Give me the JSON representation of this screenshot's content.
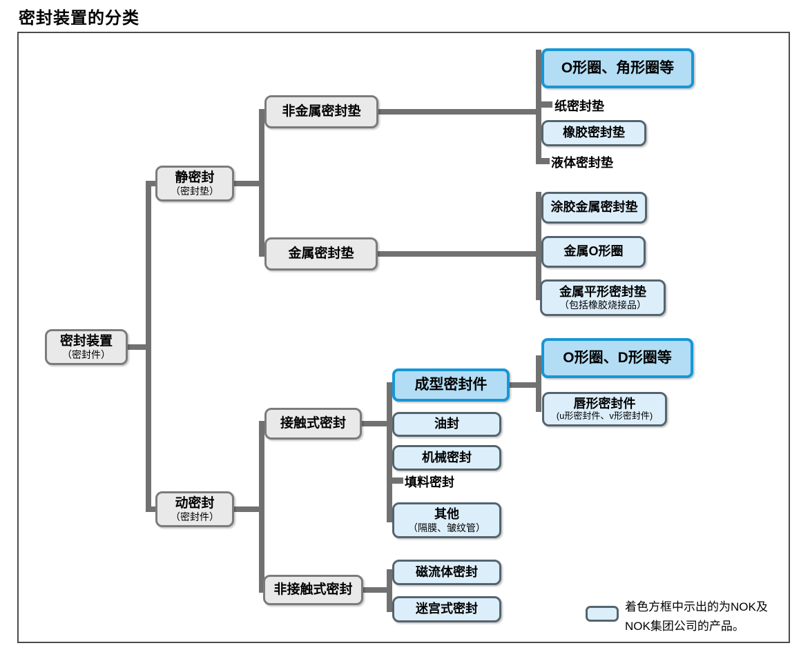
{
  "title": "密封装置的分类",
  "nodes": {
    "sealing_device": {
      "label": "密封装置",
      "sub": "（密封件）"
    },
    "static_seal": {
      "label": "静密封",
      "sub": "（密封垫）"
    },
    "dynamic_seal": {
      "label": "动密封",
      "sub": "（密封件）"
    },
    "nonmetal_gasket": {
      "label": "非金属密封垫"
    },
    "metal_gasket": {
      "label": "金属密封垫"
    },
    "contact_seal": {
      "label": "接触式密封"
    },
    "noncontact_seal": {
      "label": "非接触式密封"
    },
    "o_ring_corner_ring": {
      "label": "O形圈、角形圈等"
    },
    "paper_gasket": {
      "label": "纸密封垫"
    },
    "rubber_gasket": {
      "label": "橡胶密封垫"
    },
    "liquid_gasket": {
      "label": "液体密封垫"
    },
    "coated_metal_gasket": {
      "label": "涂胶金属密封垫"
    },
    "metal_o_ring": {
      "label": "金属O形圈"
    },
    "metal_flat_gasket": {
      "label": "金属平形密封垫",
      "sub": "（包括橡胶烧接品）"
    },
    "molded_seal": {
      "label": "成型密封件"
    },
    "o_ring_d_ring": {
      "label": "O形圈、D形圈等"
    },
    "lip_seal": {
      "label": "唇形密封件",
      "sub": "(u形密封件、v形密封件)"
    },
    "oil_seal": {
      "label": "油封"
    },
    "mechanical_seal": {
      "label": "机械密封"
    },
    "packing_seal": {
      "label": "填料密封"
    },
    "others": {
      "label": "其他",
      "sub": "（隔膜、皱纹管）"
    },
    "magnetic_fluid_seal": {
      "label": "磁流体密封"
    },
    "labyrinth_seal": {
      "label": "迷宫式密封"
    }
  },
  "legend": {
    "line1": "着色方框中示出的为NOK及",
    "line2": "NOK集团公司的产品。"
  },
  "colors": {
    "highlight_border": "#1697d6",
    "highlight_fill": "#b3ddf4",
    "blue_box_fill": "#dceefa",
    "blue_box_border": "#54646e",
    "gray_box_fill": "#e9e9e9",
    "gray_box_border": "#7b7b7b",
    "connector": "#717171",
    "frame_border": "#4a4a4a"
  }
}
